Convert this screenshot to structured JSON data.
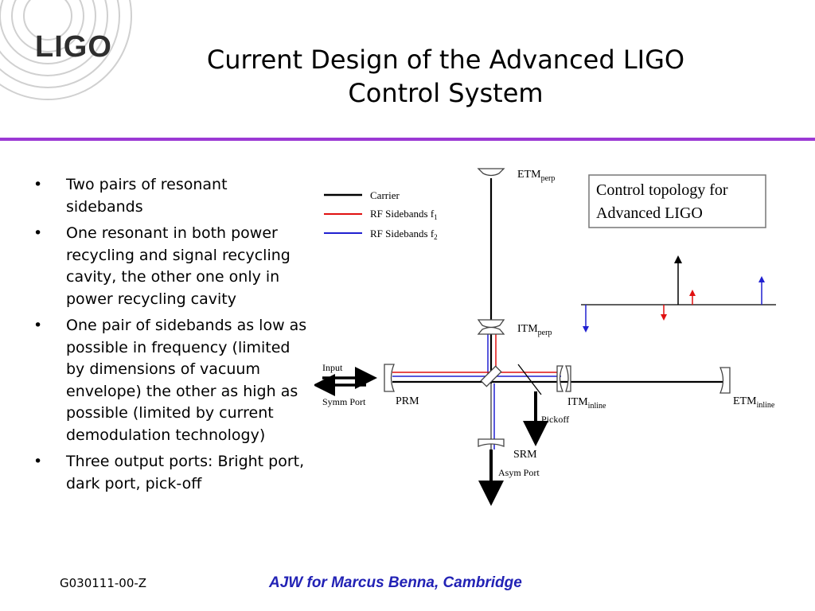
{
  "header": {
    "logo_text": "LIGO",
    "title_line1": "Current Design of the Advanced LIGO",
    "title_line2": "Control System"
  },
  "bullets": [
    {
      "text": "Two pairs of resonant sidebands"
    },
    {
      "text": "One resonant in both power recycling and signal recycling cavity, the other one only in power recycling cavity"
    },
    {
      "text": "One pair of sidebands as low as possible in frequency (limited by dimensions of vacuum envelope) the other as high as possible (limited by current demodulation technology)"
    },
    {
      "text": "Three output ports: Bright port, dark port, pick-off"
    }
  ],
  "diagram": {
    "legend": {
      "carrier": "Carrier",
      "rf1_prefix": "RF Sidebands f",
      "rf1_sub": "1",
      "rf2_prefix": "RF Sidebands f",
      "rf2_sub": "2",
      "colors": {
        "carrier": "#000000",
        "rf1": "#e01010",
        "rf2": "#2020d0"
      }
    },
    "caption_line1": "Control topology for",
    "caption_line2": "Advanced LIGO",
    "labels": {
      "etm_perp": "ETM",
      "etm_perp_sub": "perp",
      "itm_perp": "ITM",
      "itm_perp_sub": "perp",
      "input": "Input",
      "symm_port": "Symm Port",
      "prm": "PRM",
      "itm_inline": "ITM",
      "itm_inline_sub": "inline",
      "etm_inline": "ETM",
      "etm_inline_sub": "inline",
      "pickoff": "Pickoff",
      "srm": "SRM",
      "asym_port": "Asym Port"
    },
    "spectrum_arrows": [
      {
        "series": "carrier",
        "direction": "up",
        "level": 1.0
      },
      {
        "series": "rf1",
        "direction": "up",
        "level": 0.3
      },
      {
        "series": "rf1",
        "direction": "down",
        "level": 0.3
      },
      {
        "series": "rf2",
        "direction": "up",
        "level": 0.6
      },
      {
        "series": "rf2",
        "direction": "down",
        "level": 0.6
      }
    ]
  },
  "footer": {
    "doc_id": "G030111-00-Z",
    "credit": "AJW for Marcus Benna, Cambridge"
  }
}
